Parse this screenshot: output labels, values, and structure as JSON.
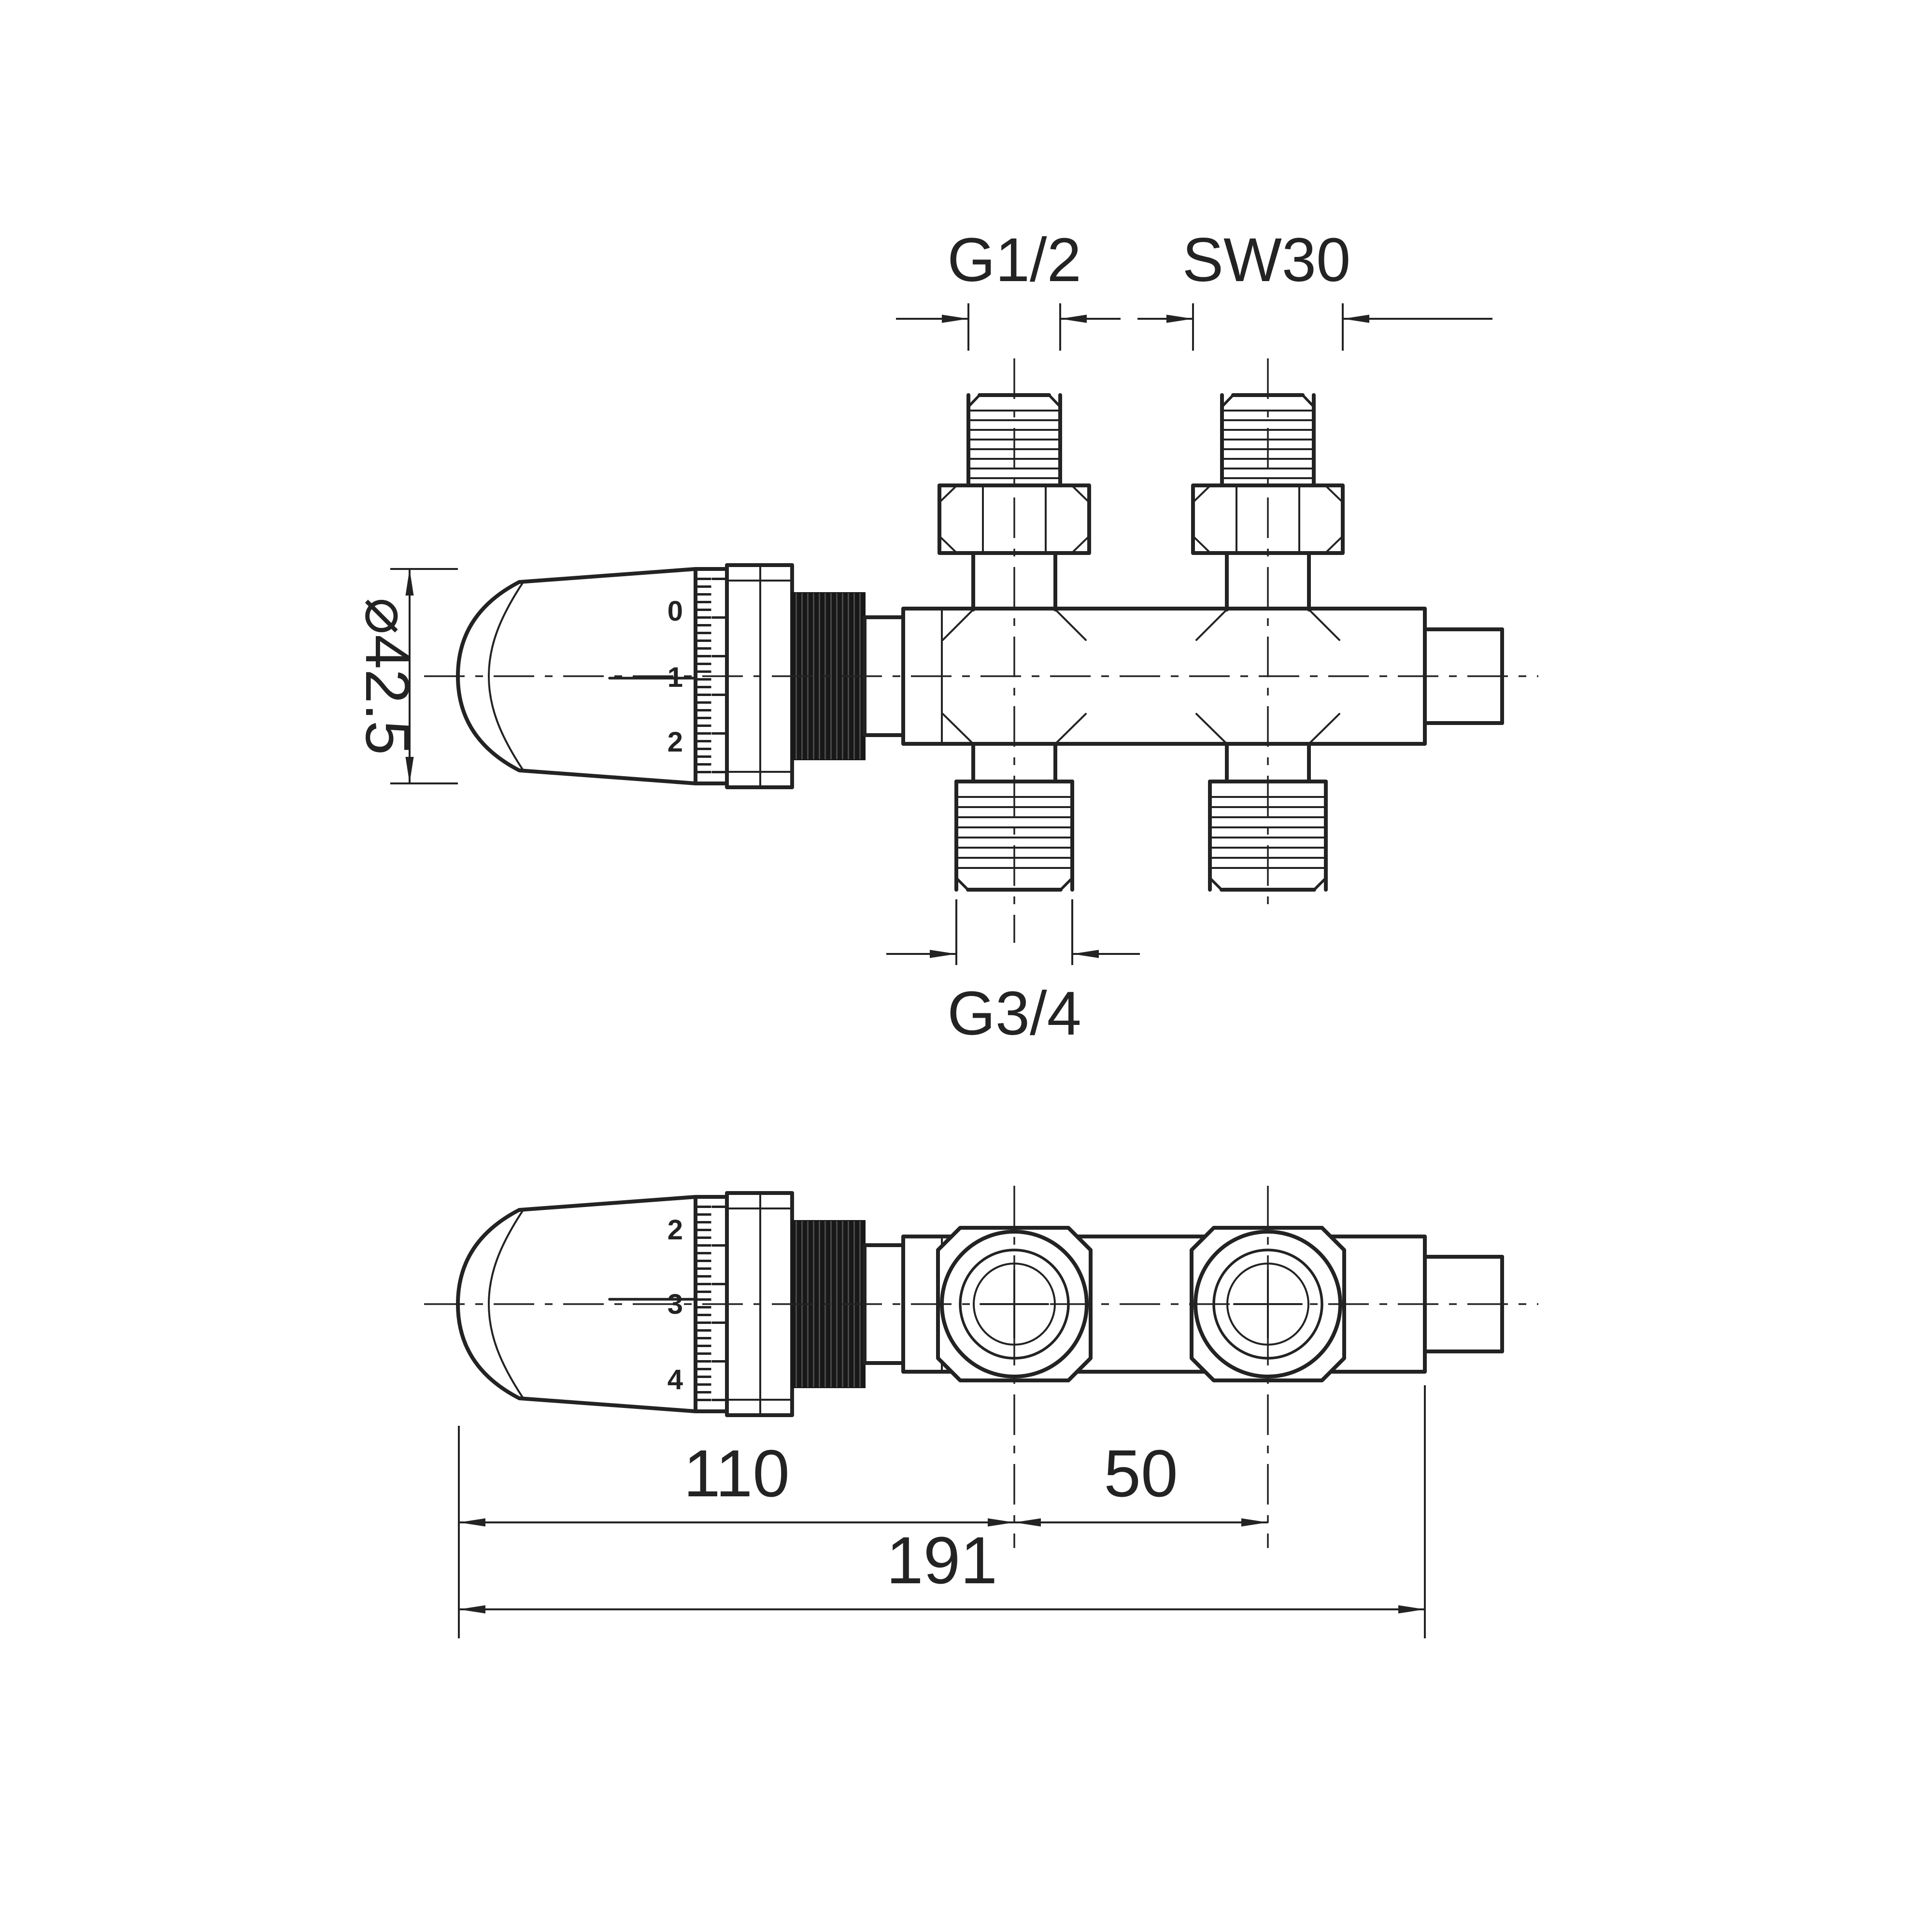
{
  "page": {
    "background": "#ffffff",
    "line_color": "#232323"
  },
  "top_view": {
    "dim_thread_top": "G1/2",
    "dim_wrench": "SW30",
    "dim_head_diameter": "⌀42.5",
    "dim_thread_bottom": "G3/4",
    "scale_numbers": [
      "0",
      "1",
      "2"
    ]
  },
  "bottom_view": {
    "dim_head_to_port": "110",
    "dim_port_spacing": "50",
    "dim_total_length": "191",
    "scale_numbers": [
      "2",
      "3",
      "4"
    ]
  }
}
